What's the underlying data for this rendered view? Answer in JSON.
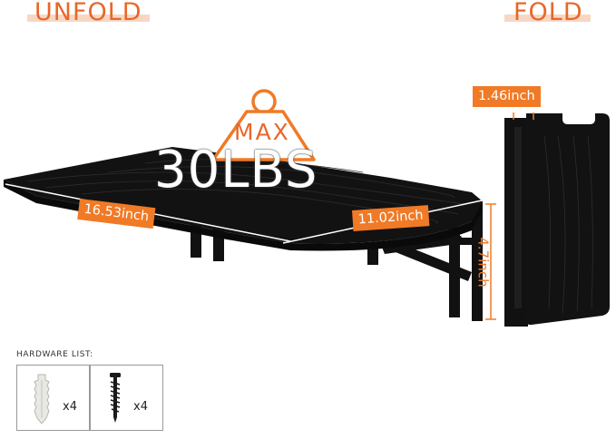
{
  "header": {
    "unfold": "UNFOLD",
    "fold": "FOLD"
  },
  "weight": {
    "max": "MAX",
    "value": "30LBS"
  },
  "dimensions": {
    "length": "16.53inch",
    "depth": "11.02inch",
    "bracket_height": "4.7inch",
    "folded_thickness": "1.46inch"
  },
  "hardware": {
    "title": "HARDWARE LIST:",
    "items": [
      {
        "icon": "wall-anchor-icon",
        "qty": "x4"
      },
      {
        "icon": "screw-icon",
        "qty": "x4"
      }
    ]
  },
  "colors": {
    "accent": "#f07a26",
    "accent_light": "#f7d7c4",
    "table": "#121212"
  }
}
